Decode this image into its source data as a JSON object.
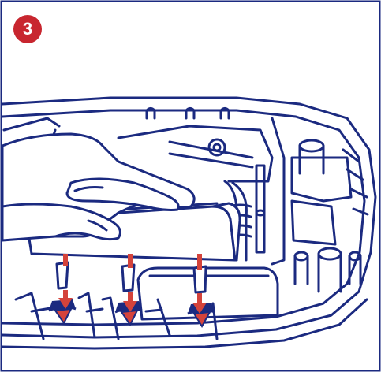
{
  "step": {
    "number": "3"
  },
  "colors": {
    "line": "#1b2a80",
    "accent": "#c8262f",
    "arrow": "#d4433b",
    "background": "#ffffff"
  },
  "illustration": {
    "subject": "hand-inserting-filter-tray",
    "arrow_count": 3
  }
}
